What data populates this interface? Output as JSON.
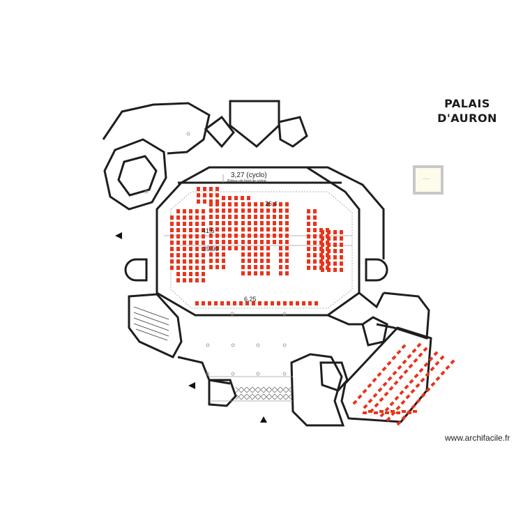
{
  "title": {
    "line1": "PALAIS",
    "line2": "D'AURON"
  },
  "legend": {
    "dots": "......"
  },
  "watermark": "www.archifacile.fr",
  "dimensions": {
    "cyclo": "3,27 (cyclo)",
    "rideau": "Rideau de fond de scène",
    "d1": "26,4",
    "d2": "41,5",
    "d3": "39,90",
    "d4": "6,25"
  },
  "colors": {
    "walls": "#1e1e1e",
    "seats": "#e8341c",
    "thin": "#9a9a9a"
  },
  "arrows": [
    "triangle-left",
    "triangle-left",
    "triangle-up"
  ]
}
